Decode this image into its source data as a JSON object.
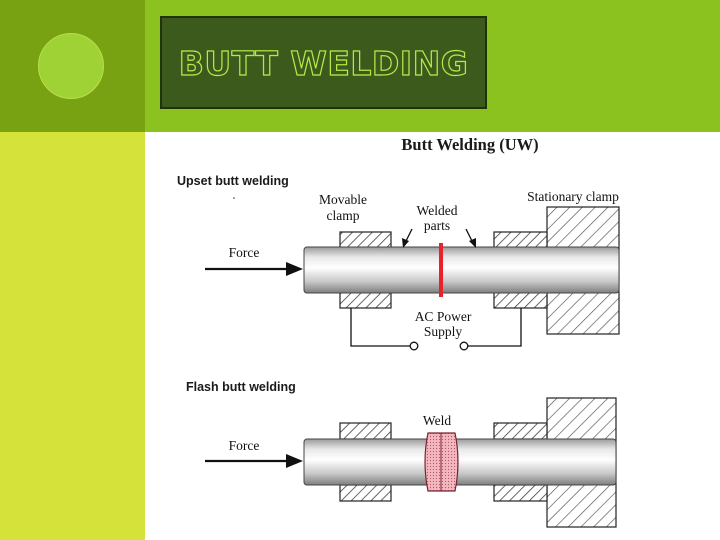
{
  "slide": {
    "title": "BUTT WELDING"
  },
  "diagram": {
    "heading": "Butt Welding (UW)",
    "upset": {
      "section_label": "Upset butt welding",
      "movable_clamp_line1": "Movable",
      "movable_clamp_line2": "clamp",
      "welded_parts_line1": "Welded",
      "welded_parts_line2": "parts",
      "stationary_clamp": "Stationary clamp",
      "force": "Force",
      "power_line1": "AC Power",
      "power_line2": "Supply"
    },
    "flash": {
      "section_label": "Flash butt welding",
      "weld": "Weld",
      "force": "Force"
    },
    "colors": {
      "weld_line": "#e8212a",
      "weld_zone": "#f4b7bf",
      "clamp_hatch": "#404040"
    }
  }
}
